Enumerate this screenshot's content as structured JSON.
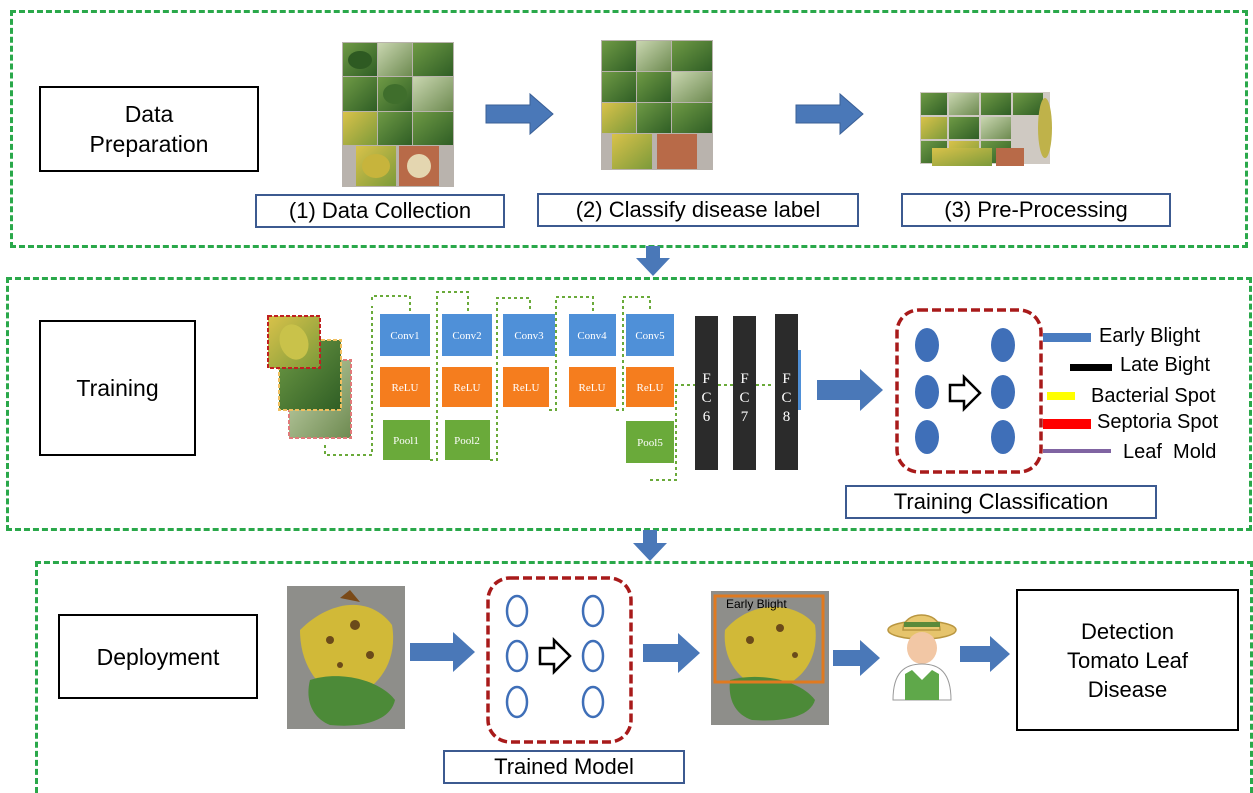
{
  "colors": {
    "section_border": "#2aa84a",
    "arrow": "#4a78b8",
    "conv": "#4f90d8",
    "relu": "#f57d1e",
    "pool": "#6aaa3a",
    "fc": "#2b2b2b",
    "model_border": "#a81a1a",
    "node": "#3f6fb8"
  },
  "stages": {
    "data_preparation": "Data\nPreparation",
    "training": "Training",
    "deployment": "Deployment"
  },
  "captions": {
    "collection": "(1) Data Collection",
    "classify": "(2) Classify disease label",
    "preprocessing": "(3) Pre-Processing",
    "training_classification": "Training Classification",
    "trained_model": "Trained Model"
  },
  "network": {
    "conv": [
      "Conv1",
      "Conv2",
      "Conv3",
      "Conv4",
      "Conv5"
    ],
    "relu": "ReLU",
    "pool": [
      "Pool1",
      "Pool2",
      "Pool5"
    ],
    "fc": [
      "F C 6",
      "F C 7",
      "F C 8"
    ]
  },
  "legend": [
    {
      "label": "Early Blight",
      "color": "#4a7cc0"
    },
    {
      "label": "Late Bight",
      "color": "#000000"
    },
    {
      "label": "Bacterial Spot",
      "color": "#ffff00"
    },
    {
      "label": "Septoria Spot",
      "color": "#ff0000"
    },
    {
      "label": "Leaf  Mold",
      "color": "#8064a2"
    }
  ],
  "deployment": {
    "detection_label": "Early Blight",
    "result": "Detection\nTomato Leaf\nDisease"
  },
  "icons": [
    "leaf-photo",
    "farmer-icon",
    "arrow-right",
    "arrow-down",
    "hollow-arrow"
  ]
}
